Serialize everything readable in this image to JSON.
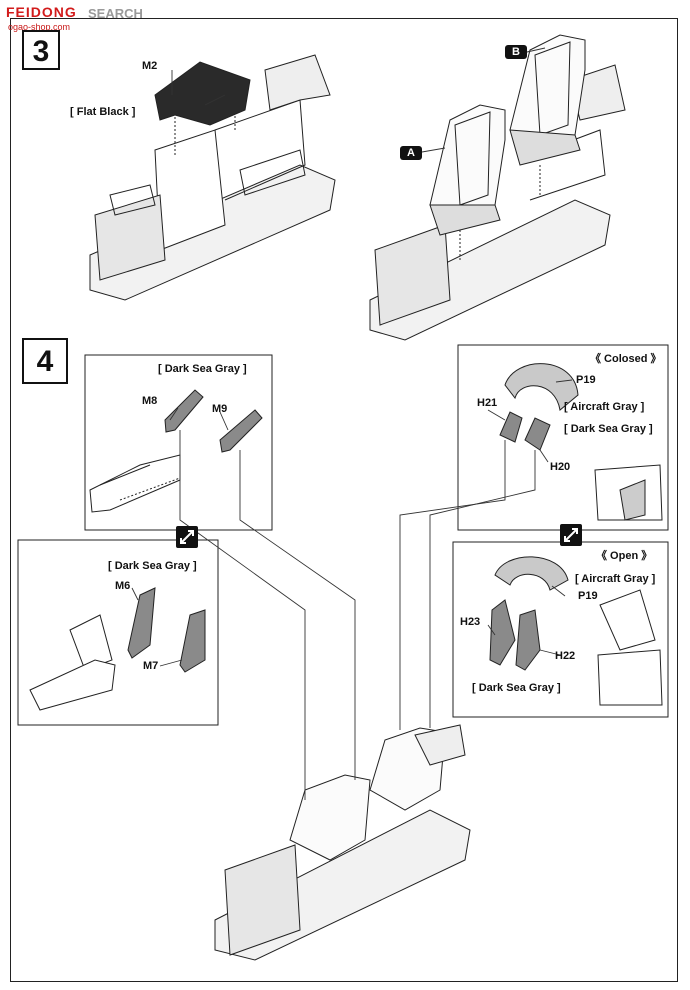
{
  "watermark": {
    "brand": "FEIDONG",
    "search": "SEARCH",
    "url": "ogao-shop.com"
  },
  "steps": {
    "three": "3",
    "four": "4"
  },
  "step3": {
    "part_m2": "M2",
    "paint_m2": "[ Flat Black ]",
    "tag_a": "A",
    "tag_b": "B"
  },
  "step4": {
    "box_m8_m9": {
      "paint": "[ Dark Sea Gray ]",
      "part_left": "M8",
      "part_right": "M9"
    },
    "box_m6_m7": {
      "paint": "[ Dark Sea Gray ]",
      "part_left": "M6",
      "part_right": "M7"
    },
    "box_closed": {
      "title": "《 Colosed 》",
      "part_canopy": "P19",
      "paint_canopy": "[ Aircraft Gray ]",
      "part_left": "H21",
      "paint_parts": "[ Dark Sea Gray ]",
      "part_right": "H20"
    },
    "box_open": {
      "title": "《 Open 》",
      "paint_canopy": "[ Aircraft Gray ]",
      "part_canopy": "P19",
      "part_left": "H23",
      "part_right": "H22",
      "paint_parts": "[ Dark Sea Gray ]"
    }
  },
  "colors": {
    "ink": "#111111",
    "fill_gray": "#8a8a8a",
    "light_gray": "#c9c9c9",
    "watermark_red": "#d21b1b"
  },
  "icons": [
    "flip-arrow-icon"
  ]
}
